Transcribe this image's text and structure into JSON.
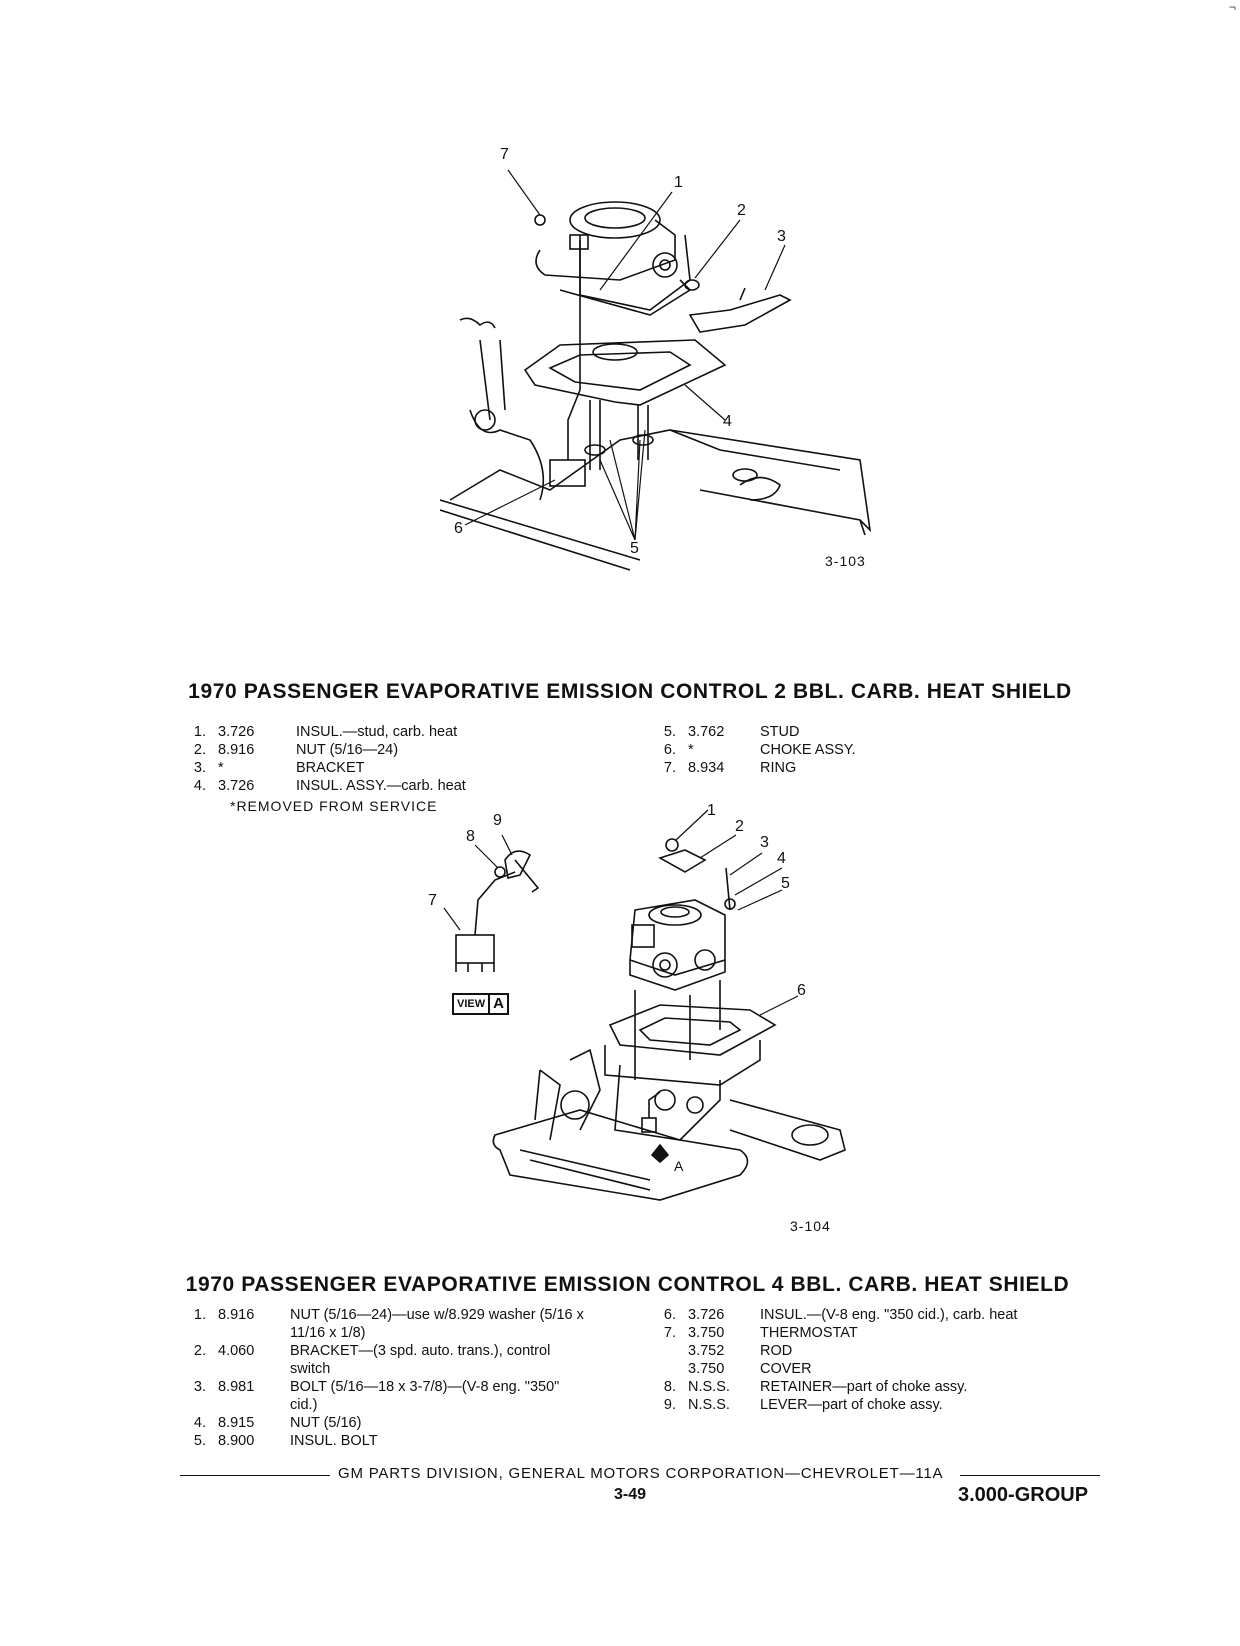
{
  "page_corner_mark": "¬",
  "figure1": {
    "id": "3-103",
    "callouts": [
      "7",
      "1",
      "2",
      "3",
      "4",
      "6",
      "5"
    ]
  },
  "section1": {
    "title": "1970 PASSENGER EVAPORATIVE EMISSION CONTROL 2 BBL. CARB. HEAT SHIELD",
    "parts_left": [
      {
        "num": "1.",
        "code": "3.726",
        "desc": "INSUL.—stud, carb. heat"
      },
      {
        "num": "2.",
        "code": "8.916",
        "desc": "NUT (5/16—24)"
      },
      {
        "num": "3.",
        "code": "*",
        "desc": "BRACKET"
      },
      {
        "num": "4.",
        "code": "3.726",
        "desc": "INSUL. ASSY.—carb. heat"
      }
    ],
    "parts_right": [
      {
        "num": "5.",
        "code": "3.762",
        "desc": "STUD"
      },
      {
        "num": "6.",
        "code": "*",
        "desc": "CHOKE ASSY."
      },
      {
        "num": "7.",
        "code": "8.934",
        "desc": "RING"
      }
    ],
    "note": "*REMOVED FROM SERVICE"
  },
  "figure2": {
    "id": "3-104",
    "view_label": "VIEW",
    "view_letter": "A",
    "marker_letter": "A",
    "callouts": [
      "9",
      "8",
      "7",
      "1",
      "2",
      "3",
      "4",
      "5",
      "6"
    ]
  },
  "section2": {
    "title": "1970 PASSENGER EVAPORATIVE EMISSION CONTROL 4 BBL. CARB. HEAT SHIELD",
    "parts_left": [
      {
        "num": "1.",
        "code": "8.916",
        "desc": "NUT (5/16—24)—use w/8.929 washer (5/16 x",
        "desc2": "11/16 x 1/8)"
      },
      {
        "num": "2.",
        "code": "4.060",
        "desc": "BRACKET—(3 spd. auto. trans.), control",
        "desc2": "switch"
      },
      {
        "num": "3.",
        "code": "8.981",
        "desc": "BOLT (5/16—18 x 3-7/8)—(V-8 eng. \"350\"",
        "desc2": "cid.)"
      },
      {
        "num": "4.",
        "code": "8.915",
        "desc": "NUT (5/16)"
      },
      {
        "num": "5.",
        "code": "8.900",
        "desc": "INSUL. BOLT"
      }
    ],
    "parts_right": [
      {
        "num": "6.",
        "code": "3.726",
        "desc": "INSUL.—(V-8 eng. \"350 cid.), carb. heat"
      },
      {
        "num": "7.",
        "code": "3.750",
        "desc": "THERMOSTAT"
      },
      {
        "num": "",
        "code": "3.752",
        "desc": "ROD"
      },
      {
        "num": "",
        "code": "3.750",
        "desc": "COVER"
      },
      {
        "num": "8.",
        "code": "N.S.S.",
        "desc": "RETAINER—part of choke assy."
      },
      {
        "num": "9.",
        "code": "N.S.S.",
        "desc": "LEVER—part of choke assy."
      }
    ]
  },
  "footer": {
    "text": "GM PARTS DIVISION, GENERAL MOTORS CORPORATION—CHEVROLET—11A",
    "page": "3-49",
    "group": "3.000-GROUP"
  }
}
